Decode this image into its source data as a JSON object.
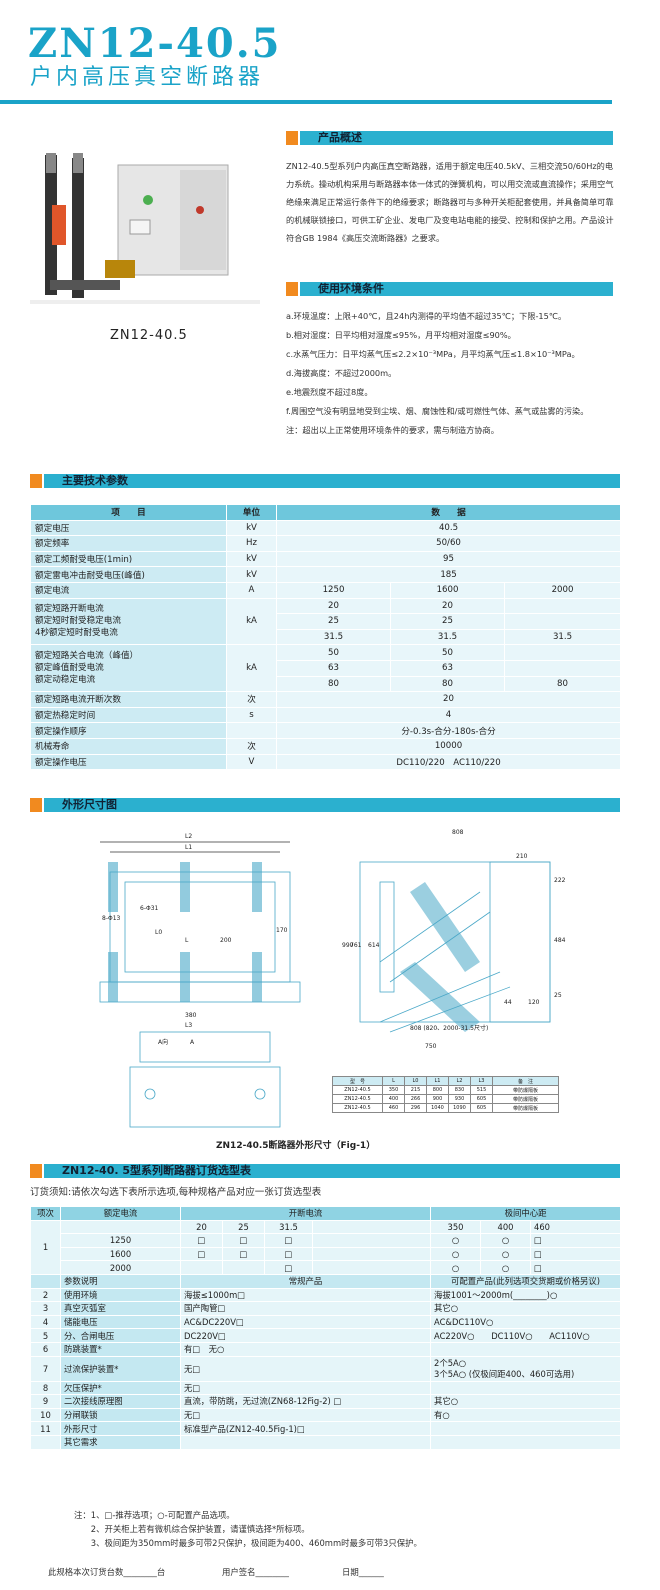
{
  "header": {
    "title": "ZN12-40.5",
    "subtitle": "户内高压真空断路器"
  },
  "overview": {
    "heading": "产品概述",
    "text": "ZN12-40.5型系列户内高压真空断路器，适用于额定电压40.5kV、三相交流50/60Hz的电力系统。操动机构采用与断路器本体一体式的弹簧机构，可以用交流或直流操作；采用空气绝缘来满足正常运行条件下的绝缘要求；断路器可与多种开关柜配套使用，并具备简单可靠的机械联锁接口，可供工矿企业、发电厂及变电站电能的接受、控制和保护之用。产品设计符合GB 1984《高压交流断路器》之要求。"
  },
  "photo_caption": "ZN12-40.5",
  "env": {
    "heading": "使用环境条件",
    "items": [
      "a.环境温度：上限+40℃，且24h内测得的平均值不超过35℃；下限-15℃。",
      "b.相对湿度：日平均相对湿度≤95%，月平均相对湿度≤90%。",
      "c.水蒸气压力：日平均蒸气压≤2.2×10⁻³MPa，月平均蒸气压≤1.8×10⁻³MPa。",
      "d.海拔高度：不超过2000m。",
      "e.地震烈度不超过8度。",
      "f.周围空气没有明显地受到尘埃、烟、腐蚀性和/或可燃性气体、蒸气或盐雾的污染。",
      "注：超出以上正常使用环境条件的要求，需与制造方协商。"
    ]
  },
  "spec": {
    "heading": "主要技术参数",
    "headers": [
      "项　　目",
      "单位",
      "数　　据"
    ],
    "rows": [
      {
        "item": "额定电压",
        "unit": "kV",
        "value": "40.5"
      },
      {
        "item": "额定频率",
        "unit": "Hz",
        "value": "50/60"
      },
      {
        "item": "额定工频耐受电压(1min)",
        "unit": "kV",
        "value": "95"
      },
      {
        "item": "额定雷电冲击耐受电压(峰值)",
        "unit": "kV",
        "value": "185"
      }
    ],
    "current": {
      "item": "额定电流",
      "unit": "A",
      "values": [
        "1250",
        "1600",
        "2000"
      ]
    },
    "group1": {
      "items": [
        "额定短路开断电流",
        "额定短时耐受稳定电流",
        "4秒额定短时耐受电流"
      ],
      "unit": "kA",
      "rows": [
        [
          "20",
          "20",
          ""
        ],
        [
          "25",
          "25",
          ""
        ],
        [
          "31.5",
          "31.5",
          "31.5"
        ]
      ]
    },
    "group2": {
      "items": [
        "额定短路关合电流（峰值）",
        "额定峰值耐受电流",
        "额定动稳定电流"
      ],
      "unit": "kA",
      "rows": [
        [
          "50",
          "50",
          ""
        ],
        [
          "63",
          "63",
          ""
        ],
        [
          "80",
          "80",
          "80"
        ]
      ]
    },
    "tail": [
      {
        "item": "额定短路电流开断次数",
        "unit": "次",
        "value": "20"
      },
      {
        "item": "额定热稳定时间",
        "unit": "s",
        "value": "4"
      },
      {
        "item": "额定操作顺序",
        "unit": "",
        "value": "分-0.3s-合分-180s-合分"
      },
      {
        "item": "机械寿命",
        "unit": "次",
        "value": "10000"
      },
      {
        "item": "额定操作电压",
        "unit": "V",
        "value": "DC110/220　AC110/220"
      }
    ]
  },
  "dims": {
    "heading": "外形尺寸图",
    "caption": "ZN12-40.5断路器外形尺寸（Fig-1）",
    "labels": {
      "L2": "L2",
      "L1": "L1",
      "L0": "L0",
      "L": "L",
      "L3": "L3",
      "A": "A",
      "A向": "A向",
      "w808": "808",
      "w210": "210",
      "w750": "750",
      "h990": "990",
      "h761": "761",
      "h614": "614",
      "h484": "484",
      "h222": "222",
      "h170": "170",
      "h200": "200",
      "d380": "380",
      "d120": "120",
      "d44": "44",
      "d25": "25",
      "phi13": "8-Φ13",
      "phi31": "6-Φ31",
      "note808": "808 (820、2000-31.5尺寸)"
    },
    "table": {
      "headers": [
        "型　号",
        "L",
        "L0",
        "L1",
        "L2",
        "L3",
        "备　注"
      ],
      "rows": [
        [
          "ZN12-40.5",
          "350",
          "215",
          "800",
          "830",
          "515",
          "带防爆隔板"
        ],
        [
          "ZN12-40.5",
          "400",
          "266",
          "900",
          "930",
          "605",
          "带防爆隔板"
        ],
        [
          "ZN12-40.5",
          "460",
          "296",
          "1040",
          "1090",
          "605",
          "带防爆隔板"
        ]
      ]
    }
  },
  "order": {
    "heading": "ZN12-40. 5型系列断路器订货选型表",
    "instruction": "订货须知:请依次勾选下表所示选项,每种规格产品对应一张订货选型表",
    "top_headers": [
      "项次",
      "额定电流",
      "开断电流",
      "极间中心距"
    ],
    "break_currents": [
      "20",
      "25",
      "31.5"
    ],
    "pole_distances": [
      "350",
      "400",
      "460"
    ],
    "item1_no": "1",
    "current_rows": [
      {
        "current": "1250",
        "b": [
          "□",
          "□",
          "□"
        ],
        "p": [
          "○",
          "○",
          "□"
        ]
      },
      {
        "current": "1600",
        "b": [
          "□",
          "□",
          "□"
        ],
        "p": [
          "○",
          "○",
          "□"
        ]
      },
      {
        "current": "2000",
        "b": [
          "",
          "",
          "□"
        ],
        "p": [
          "○",
          "○",
          "□"
        ]
      }
    ],
    "param_header": [
      "参数说明",
      "常规产品",
      "可配置产品(此列选项交货期或价格另议)"
    ],
    "params": [
      {
        "no": "2",
        "name": "使用环境",
        "std": "海拔≤1000m□",
        "opt": "海拔1001～2000m(________)○"
      },
      {
        "no": "3",
        "name": "真空灭弧室",
        "std": "国产陶管□",
        "opt": "其它○"
      },
      {
        "no": "4",
        "name": "储能电压",
        "std": "AC&DC220V□",
        "opt": "AC&DC110V○"
      },
      {
        "no": "5",
        "name": "分、合闸电压",
        "std": "DC220V□",
        "opt": "AC220V○　　DC110V○　　AC110V○"
      },
      {
        "no": "6",
        "name": "防跳装置*",
        "std": "有□　无○",
        "opt": ""
      },
      {
        "no": "7",
        "name": "过流保护装置*",
        "std": "无□",
        "opt": "2个5A○",
        "opt2": "3个5A○ (仅极间距400、460可选用)"
      },
      {
        "no": "8",
        "name": "欠压保护*",
        "std": "无□",
        "opt": ""
      },
      {
        "no": "9",
        "name": "二次接线原理图",
        "std": "直流，带防跳，无过流(ZN68-12Fig-2) □",
        "opt": "其它○"
      },
      {
        "no": "10",
        "name": "分闸联锁",
        "std": "无□",
        "opt": "有○"
      },
      {
        "no": "11",
        "name": "外形尺寸",
        "std": "标准型产品(ZN12-40.5Fig-1)□",
        "opt": ""
      },
      {
        "no": "",
        "name": "其它需求",
        "std": "",
        "opt": ""
      }
    ],
    "notes": [
      "注：1、□-推荐选项；○-可配置产品选项。",
      "　　2、开关柜上若有微机综合保护装置，请谨慎选择*所标项。",
      "　　3、极间距为350mm时最多可带2只保护，极间距为400、460mm时最多可带3只保护。"
    ],
    "sign": {
      "qty": "此规格本次订货台数________台",
      "user": "用户签名________",
      "date": "日期______"
    }
  }
}
